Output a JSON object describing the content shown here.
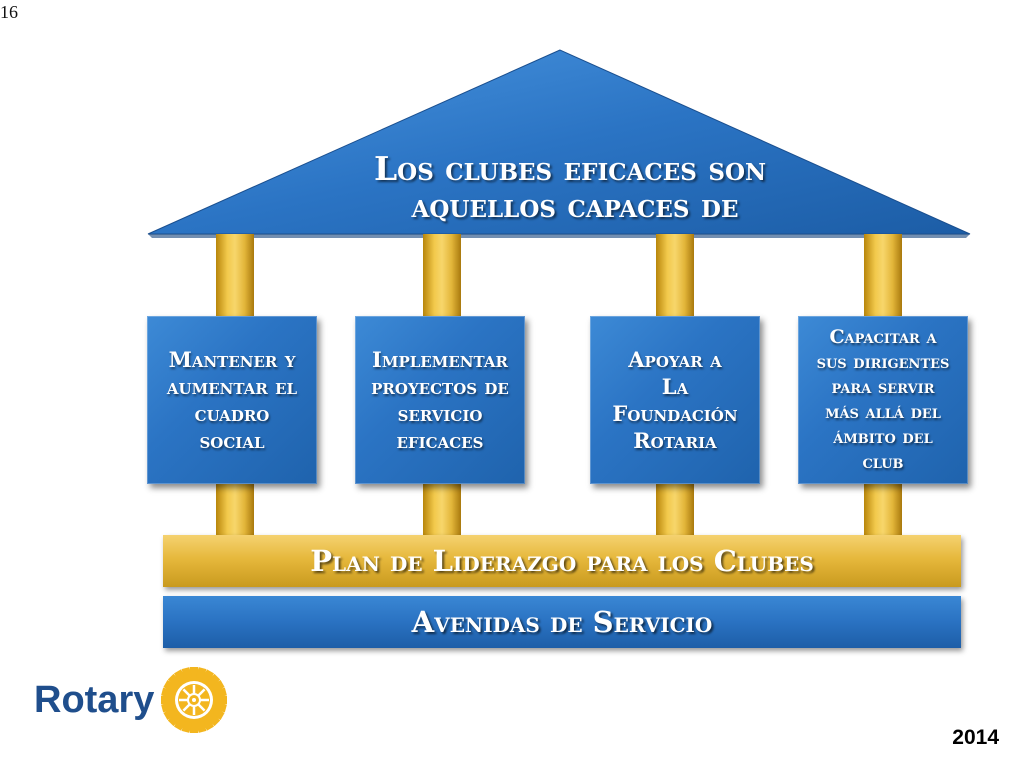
{
  "page_number": "16",
  "roof": {
    "title_line1": "Los clubes eficaces son",
    "title_line2": "aquellos capaces de"
  },
  "pillars": [
    {
      "label": "Mantener y\naumentar el\ncuadro\nsocial"
    },
    {
      "label": "Implementar\nproyectos de\nservicio\neficaces"
    },
    {
      "label": "Apoyar a\nLa\nFoundación\nRotaria"
    },
    {
      "label": "Capacitar a\nsus dirigentes\npara servir\nmás allá del\námbito del\nclub"
    }
  ],
  "beams": {
    "gold_label": "Plan de Liderazgo para los Clubes",
    "blue_label": "Avenidas de Servicio"
  },
  "logo": {
    "wordmark": "Rotary",
    "wheel_icon": "rotary-wheel-icon"
  },
  "year": "2014",
  "colors": {
    "blue": "#2b74c4",
    "gold": "#e6b83c",
    "rotary_blue": "#1f4e8c"
  }
}
